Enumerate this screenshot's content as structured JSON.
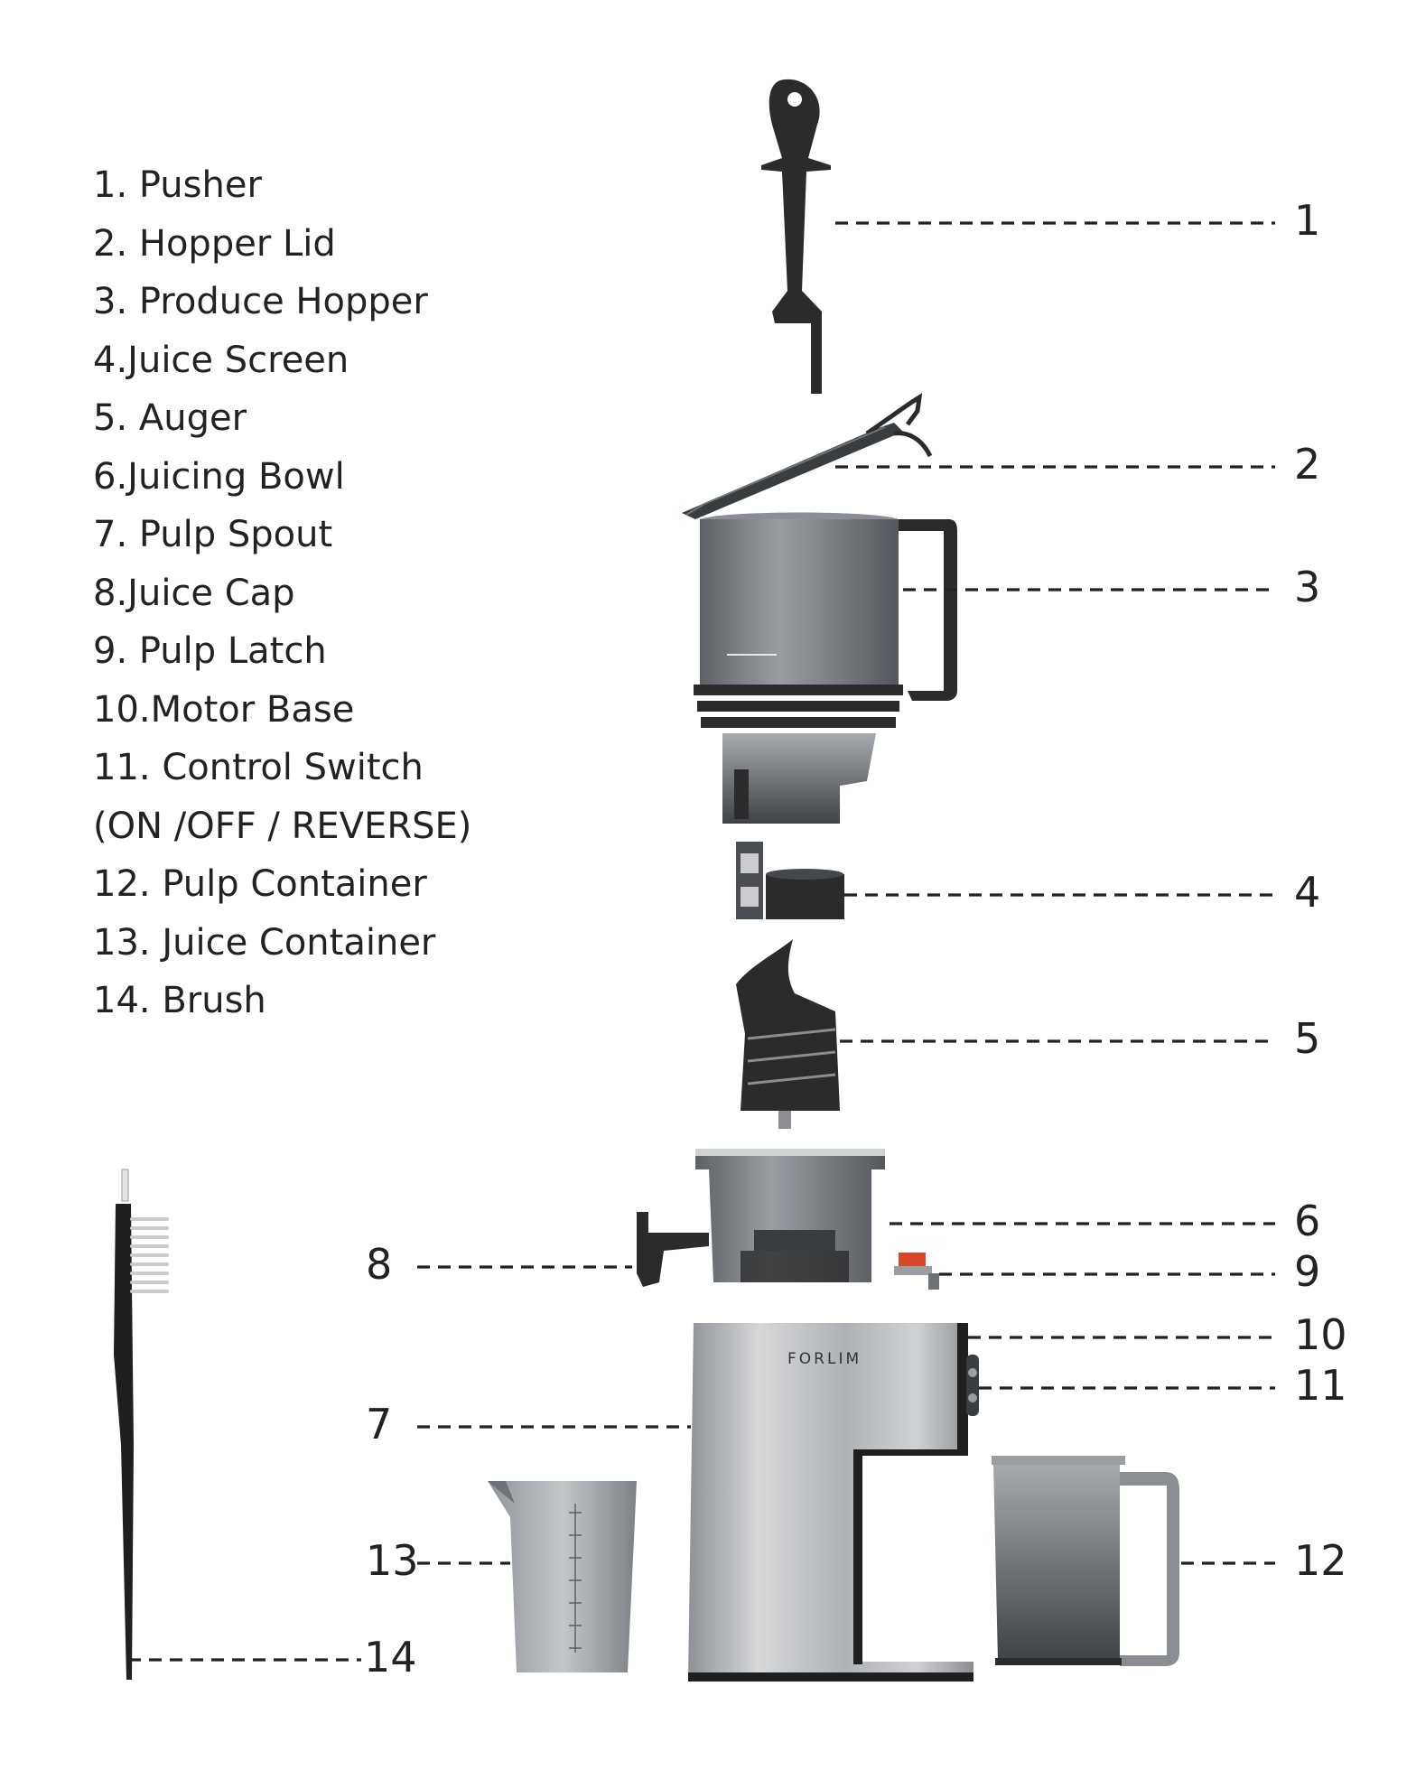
{
  "legend": [
    "1. Pusher",
    "2. Hopper Lid",
    "3. Produce Hopper",
    "4.Juice Screen",
    "5. Auger",
    "6.Juicing Bowl",
    "7. Pulp Spout",
    "8.Juice Cap",
    "9. Pulp Latch",
    "10.Motor Base",
    "11. Control Switch",
    "(ON /OFF / REVERSE)",
    "12. Pulp Container",
    "13. Juice Container",
    "14. Brush"
  ],
  "callouts": [
    "1",
    "2",
    "3",
    "4",
    "5",
    "6",
    "7",
    "8",
    "9",
    "10",
    "11",
    "12",
    "13",
    "14"
  ],
  "brand_logo": "FORLIM",
  "colors": {
    "ink": "#222222",
    "steel": "#b9bcbf",
    "black_part": "#2b2b2b",
    "smoke_plastic": "#6f7378",
    "latch_red": "#d9472b"
  }
}
